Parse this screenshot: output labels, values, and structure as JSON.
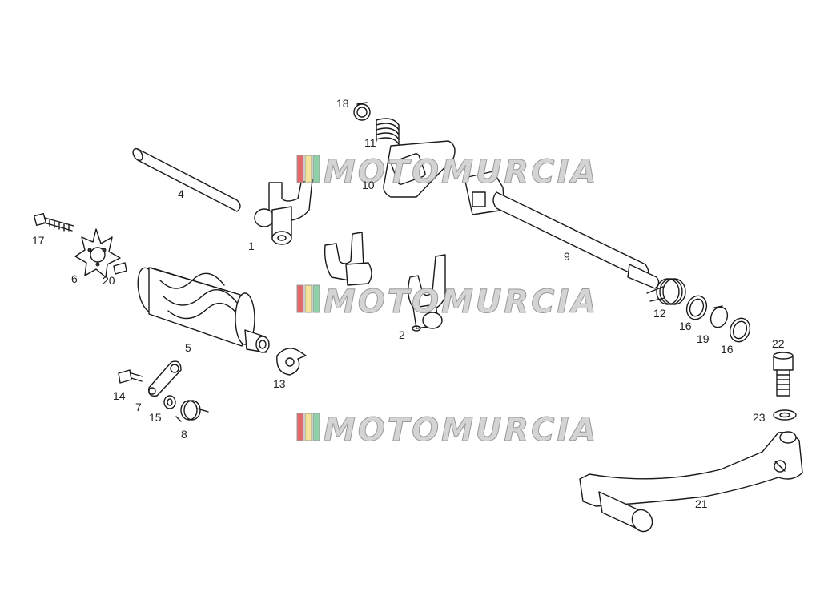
{
  "diagram": {
    "labels": {
      "p1": "1",
      "p2": "2",
      "p4": "4",
      "p5": "5",
      "p6": "6",
      "p7": "7",
      "p8": "8",
      "p9": "9",
      "p10": "10",
      "p11": "11",
      "p12": "12",
      "p13": "13",
      "p14": "14",
      "p15": "15",
      "p16a": "16",
      "p16b": "16",
      "p17": "17",
      "p18": "18",
      "p19": "19",
      "p20": "20",
      "p21": "21",
      "p22": "22",
      "p23": "23"
    },
    "watermark": {
      "text": "MOTOMURCIA",
      "colors": [
        "#e36a6a",
        "#f3e39a",
        "#8fd0a8"
      ]
    }
  }
}
